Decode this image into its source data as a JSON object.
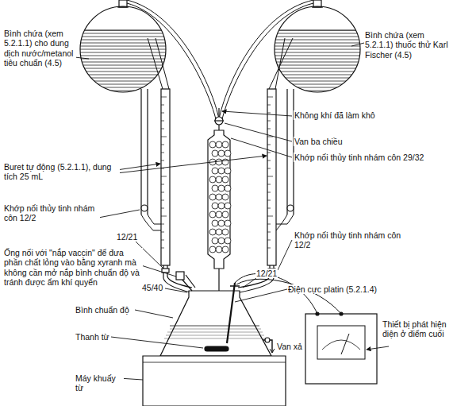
{
  "diagram": {
    "labels": [
      "Bình chứa (xem 5.2.1.1) cho dung dịch nước/metanol tiêu chuẩn (4.5)",
      "Bình chứa (xem 5.2.1.1) thuốc thử Karl Fischer (4.5)",
      "Không khí đã làm khô",
      "Van ba chiều",
      "Buret tự động (5.2.1.1), dung tích 25 mL",
      "Khớp nối thủy tinh nhám côn 29/32",
      "Khớp nối thủy tinh nhám côn 12/2",
      "12/21",
      "Khớp nối thủy tinh nhám côn 12/2",
      "Ống nối với \"nắp vaccin\" để đưa phần chất lỏng vào bằng xyranh mà không cần mở nắp bình chuẩn độ và tránh được ẩm khí quyển",
      "45/40",
      "12/21",
      "Điện cực platin (5.2.1.4)",
      "Bình chuẩn độ",
      "Thanh từ",
      "Van xả",
      "Thiết bị phát hiện điện ở điểm cuối",
      "Máy khuấy từ"
    ]
  }
}
